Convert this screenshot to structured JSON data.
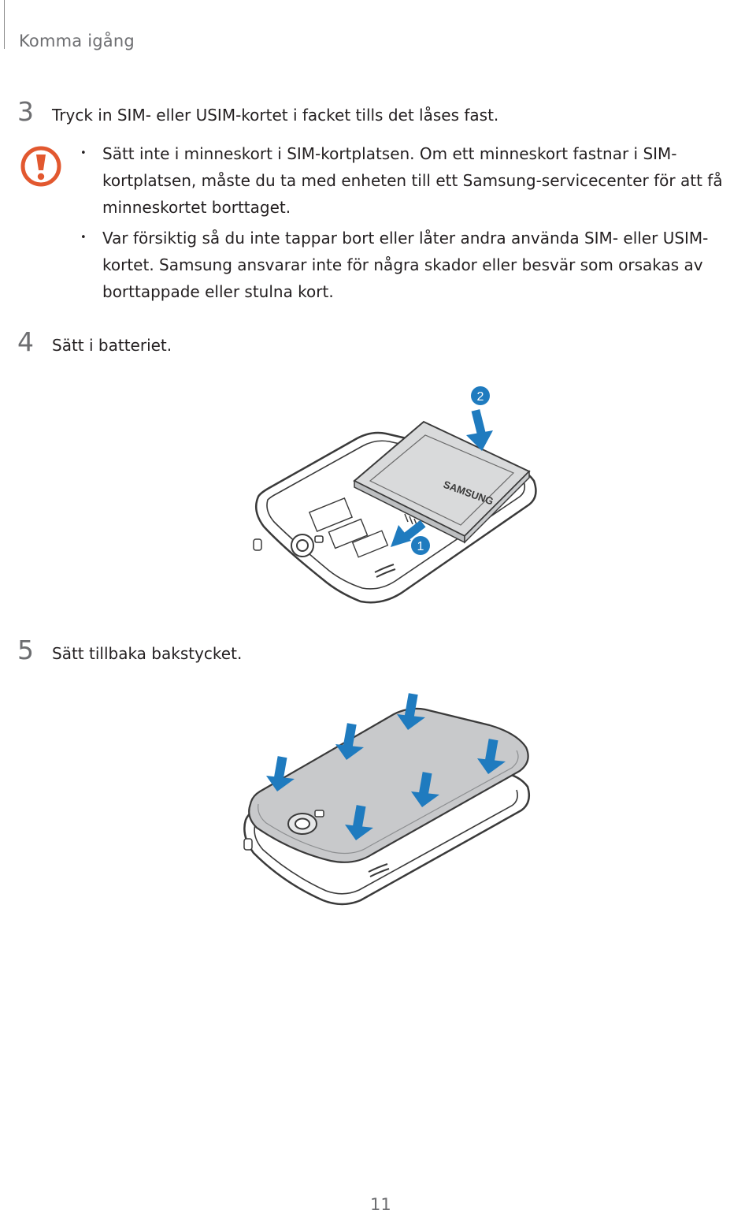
{
  "header": {
    "section_title": "Komma igång"
  },
  "steps": [
    {
      "number": "3",
      "text": "Tryck in SIM- eller USIM-kortet i facket tills det låses fast."
    },
    {
      "number": "4",
      "text": "Sätt i batteriet."
    },
    {
      "number": "5",
      "text": "Sätt tillbaka bakstycket."
    }
  ],
  "caution": {
    "icon": "caution-exclamation-icon",
    "color": "#e2582f",
    "bullets": [
      "Sätt inte i minneskort i SIM-kortplatsen. Om ett minneskort fastnar i SIM-kortplatsen, måste du ta med enheten till ett Samsung-servicecenter för att få minneskortet borttaget.",
      "Var försiktig så du inte tappar bort eller låter andra använda SIM- eller USIM-kortet. Samsung ansvarar inte för några skador eller besvär som orsakas av borttappade eller stulna kort."
    ]
  },
  "battery_figure": {
    "battery_logo": "SAMSUNG",
    "step_markers": [
      "1",
      "2"
    ],
    "arrow_color": "#1f7bbf"
  },
  "cover_figure": {
    "arrow_color": "#1f7bbf",
    "arrow_count": 6
  },
  "footer": {
    "page_number": "11"
  }
}
